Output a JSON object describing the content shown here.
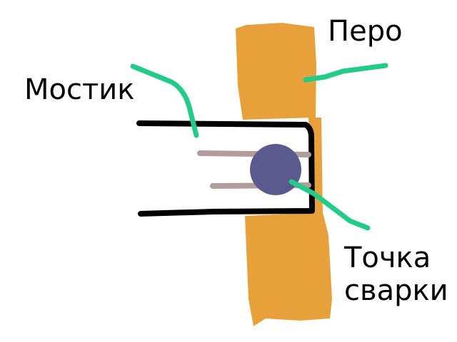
{
  "labels": {
    "pen": "Перо",
    "bridge": "Мостик",
    "weld_line1": "Точка",
    "weld_line2": "сварки"
  },
  "colors": {
    "pen": "#e8a13a",
    "bracket": "#000000",
    "wire": "#b39c9c",
    "weld": "#5a5a8e",
    "pointer": "#22cc88"
  }
}
